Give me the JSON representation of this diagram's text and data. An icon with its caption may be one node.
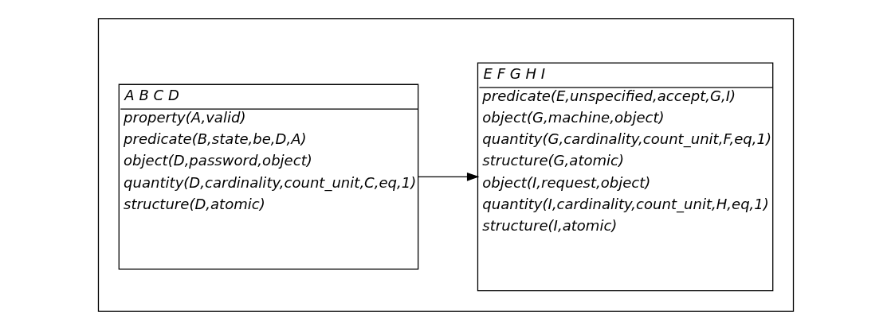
{
  "diagram": {
    "nodes": [
      {
        "text": [],
        "shape": "box"
      },
      {
        "text": [
          "A B C D",
          "property(A,valid)",
          "predicate(B,state,be,D,A)",
          "object(D,password,object)",
          "quantity(D,cardinality,count_unit,C,eq,1)",
          "structure(D,atomic)"
        ],
        "in": 0
      },
      {
        "text": [
          "E F G H I",
          "predicate(E,unspecified,accept,G,I)",
          "object(G,machine,object)",
          "quantity(G,cardinality,count_unit,F,eq,1)",
          "structure(G,atomic)",
          "object(I,request,object)",
          "quantity(I,cardinality,count_unit,H,eq,1)",
          "structure(I,atomic)"
        ],
        "in": 0
      }
    ],
    "edges": [
      {
        "from": 1,
        "to": 2,
        "arrow": "to"
      }
    ]
  }
}
